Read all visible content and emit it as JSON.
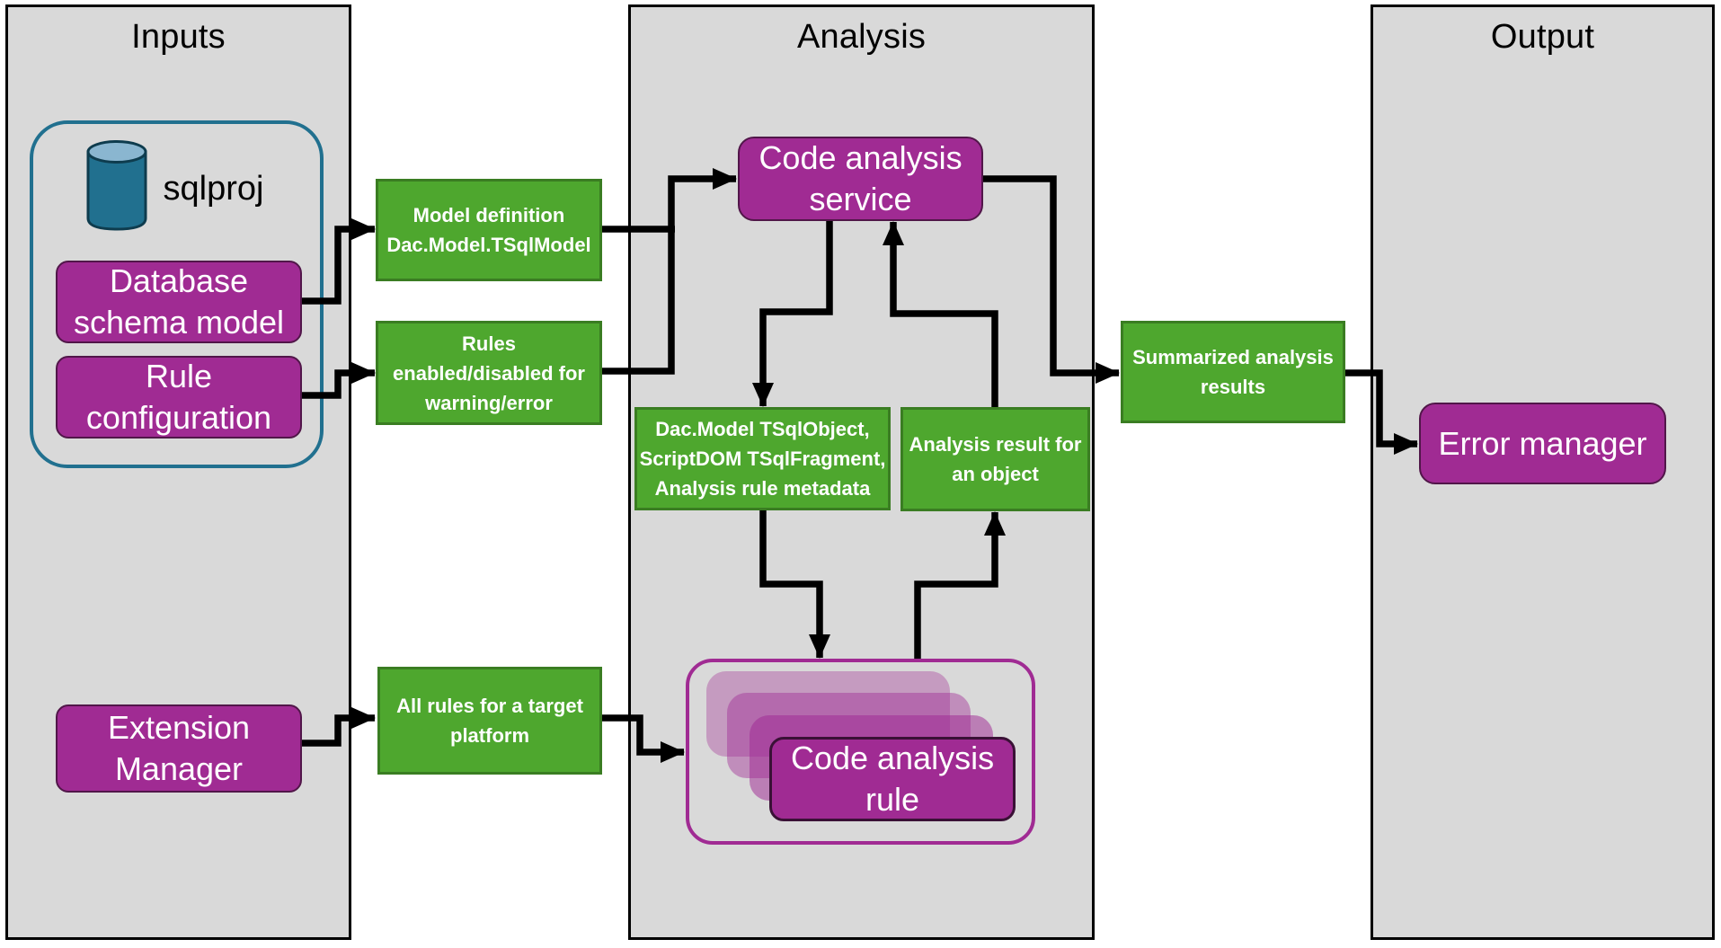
{
  "panels": {
    "inputs": {
      "title": "Inputs"
    },
    "analysis": {
      "title": "Analysis"
    },
    "output": {
      "title": "Output"
    }
  },
  "nodes": {
    "sqlproj": {
      "label": "sqlproj"
    },
    "database_schema_model": {
      "label": "Database\nschema model"
    },
    "rule_configuration": {
      "label": "Rule\nconfiguration"
    },
    "extension_manager": {
      "label": "Extension\nManager"
    },
    "model_definition": {
      "label": "Model definition\nDac.Model.TSqlModel"
    },
    "rules_enabled": {
      "label": "Rules\nenabled/disabled for\nwarning/error"
    },
    "all_rules": {
      "label": "All rules for a target\nplatform"
    },
    "code_analysis_service": {
      "label": "Code analysis\nservice"
    },
    "dac_model_object": {
      "label": "Dac.Model TSqlObject,\nScriptDOM TSqlFragment,\nAnalysis rule metadata"
    },
    "analysis_result": {
      "label": "Analysis result for\nan object"
    },
    "summarized_results": {
      "label": "Summarized analysis\nresults"
    },
    "code_analysis_rule": {
      "label": "Code analysis\nrule"
    },
    "error_manager": {
      "label": "Error manager"
    }
  },
  "icons": {
    "sqlproj_icon": "database-cylinder"
  },
  "colors": {
    "background": "#FFFFFF",
    "panel_bg": "#D9D9D9",
    "panel_border": "#000000",
    "green_fill": "#4EA72E",
    "green_border": "#3A7D22",
    "purple_fill": "#A02B93",
    "purple_border": "#511649",
    "blue_group_border": "#21708F",
    "cylinder_body": "#21708F",
    "cylinder_top": "#8AB6D0",
    "arrow": "#000000",
    "text_on_fill": "#FFFFFF",
    "text_titles": "#000000"
  }
}
